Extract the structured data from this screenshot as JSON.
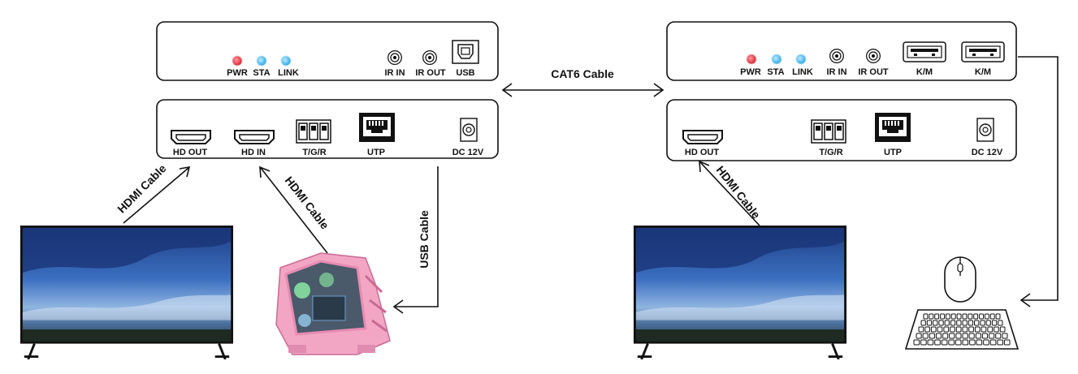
{
  "transmitter": {
    "front_panel": {
      "led_pwr": "PWR",
      "led_sta": "STA",
      "led_link": "LINK",
      "ir_in": "IR IN",
      "ir_out": "IR OUT",
      "usb": "USB"
    },
    "rear_panel": {
      "hd_out": "HD OUT",
      "hd_in": "HD IN",
      "tgr": "T/G/R",
      "utp": "UTP",
      "dc": "DC 12V"
    }
  },
  "receiver": {
    "front_panel": {
      "led_pwr": "PWR",
      "led_sta": "STA",
      "led_link": "LINK",
      "ir_in": "IR IN",
      "ir_out": "IR OUT",
      "km1": "K/M",
      "km2": "K/M"
    },
    "rear_panel": {
      "hd_out": "HD OUT",
      "tgr": "T/G/R",
      "utp": "UTP",
      "dc": "DC 12V"
    }
  },
  "cables": {
    "cat6": "CAT6 Cable",
    "hdmi_tv_left": "HDMI Cable",
    "hdmi_pc": "HDMI Cable",
    "usb": "USB Cable",
    "hdmi_tv_right": "HDMI Cable"
  },
  "colors": {
    "led_pwr": "#e02030",
    "led_sta": "#2aa8e8",
    "led_link": "#2aa8e8",
    "pc_case": "#f2a6c4",
    "screen_sky": "#2f5fae"
  },
  "icons": [
    "hdmi-port-icon",
    "usb-b-port-icon",
    "usb-a-port-icon",
    "rj45-port-icon",
    "terminal-block-icon",
    "dc-jack-icon",
    "ir-jack-icon",
    "tv-icon",
    "pc-case-icon",
    "mouse-icon",
    "keyboard-icon"
  ]
}
